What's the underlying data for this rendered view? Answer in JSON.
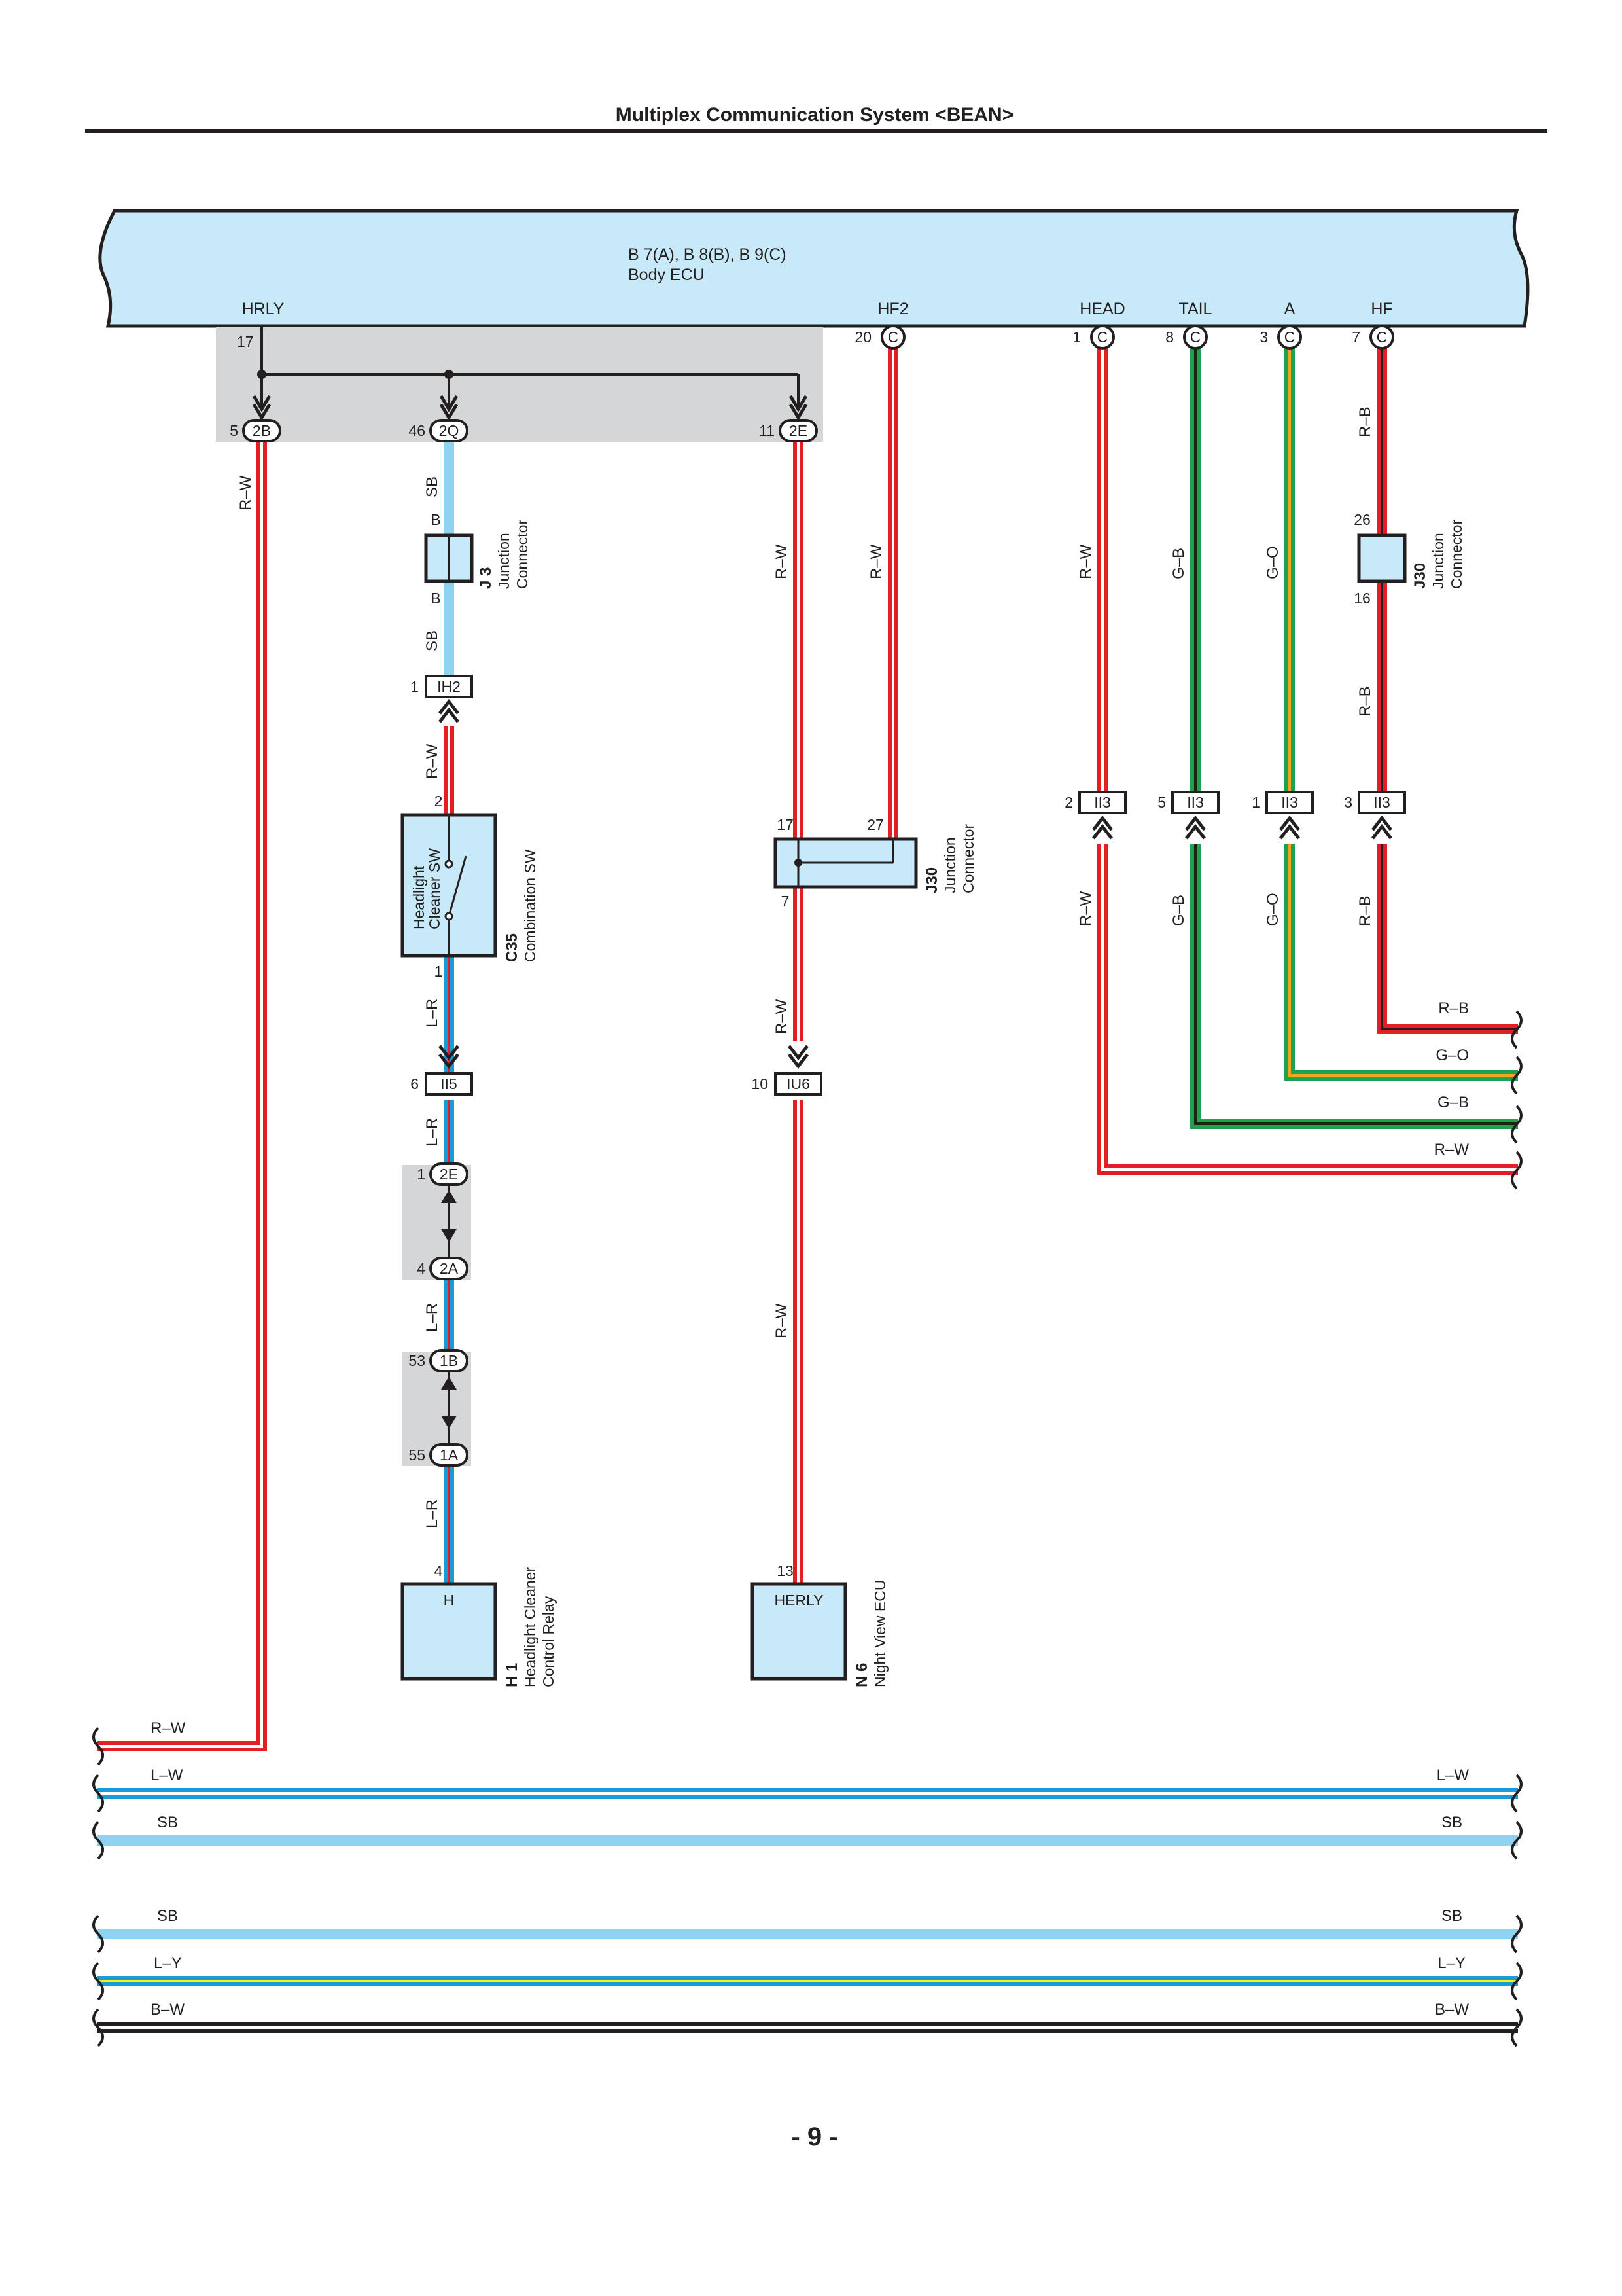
{
  "header": {
    "title": "Multiplex Communication System <BEAN>",
    "page_number": "- 9 -"
  },
  "body_ecu": {
    "code": "B 7(A), B 8(B), B 9(C)",
    "name": "Body ECU",
    "terminals": {
      "hrly": "HRLY",
      "hf2": "HF2",
      "head": "HEAD",
      "tail": "TAIL",
      "a": "A",
      "hf": "HF"
    },
    "pins": {
      "hrly": "17",
      "hf2": "20",
      "head": "1",
      "tail": "8",
      "a": "3",
      "hf": "7",
      "hf2_conn": "C",
      "head_conn": "C",
      "tail_conn": "C",
      "a_conn": "C",
      "hf_conn": "C"
    }
  },
  "top_connectors": {
    "c2b": {
      "pin": "5",
      "label": "2B"
    },
    "c2q": {
      "pin": "46",
      "label": "2Q"
    },
    "c2e": {
      "pin": "11",
      "label": "2E"
    }
  },
  "junction_j3": {
    "code": "J 3",
    "name_line1": "Junction",
    "name_line2": "Connector",
    "pin_top": "B",
    "pin_bottom": "B"
  },
  "junction_j30_right": {
    "code": "J30",
    "name_line1": "Junction",
    "name_line2": "Connector",
    "pin_top": "26",
    "pin_bottom": "16"
  },
  "junction_j30_mid": {
    "code": "J30",
    "name_line1": "Junction",
    "name_line2": "Connector",
    "pin_17": "17",
    "pin_27": "27",
    "pin_7": "7"
  },
  "combination_sw": {
    "code": "C35",
    "name": "Combination SW",
    "inner_line1": "Headlight",
    "inner_line2": "Cleaner SW",
    "pin_top": "2",
    "pin_bottom": "1"
  },
  "inline_connectors": {
    "ih2": {
      "pin": "1",
      "label": "IH2"
    },
    "ii5": {
      "pin": "6",
      "label": "II5"
    },
    "iu6": {
      "pin": "10",
      "label": "IU6"
    },
    "ii3_head": {
      "pin": "2",
      "label": "II3"
    },
    "ii3_tail": {
      "pin": "5",
      "label": "II3"
    },
    "ii3_a": {
      "pin": "1",
      "label": "II3"
    },
    "ii3_hf": {
      "pin": "3",
      "label": "II3"
    },
    "c2e_low": {
      "pin": "1",
      "label": "2E"
    },
    "c2a_low": {
      "pin": "4",
      "label": "2A"
    },
    "c1b": {
      "pin": "53",
      "label": "1B"
    },
    "c1a": {
      "pin": "55",
      "label": "1A"
    }
  },
  "headlight_relay": {
    "code": "H 1",
    "name_line1": "Headlight Cleaner",
    "name_line2": "Control Relay",
    "terminal": "H",
    "pin": "4"
  },
  "night_view_ecu": {
    "code": "N 6",
    "name": "Night View ECU",
    "terminal": "HERLY",
    "pin": "13"
  },
  "wire_labels": {
    "rw": "R–W",
    "sb": "SB",
    "lr": "L–R",
    "gb": "G–B",
    "go": "G–O",
    "rb": "R–B",
    "lw": "L–W",
    "ly": "L–Y",
    "bw": "B–W"
  },
  "colors": {
    "red": "#e31e26",
    "blue_light": "#8fd3f0",
    "blue": "#1a9ad6",
    "green": "#1ea24a",
    "orange": "#f7a21b",
    "yellow": "#fff200",
    "ecu_fill": "#c7e9f8",
    "shade": "#d5d6d8",
    "black": "#231f20"
  }
}
